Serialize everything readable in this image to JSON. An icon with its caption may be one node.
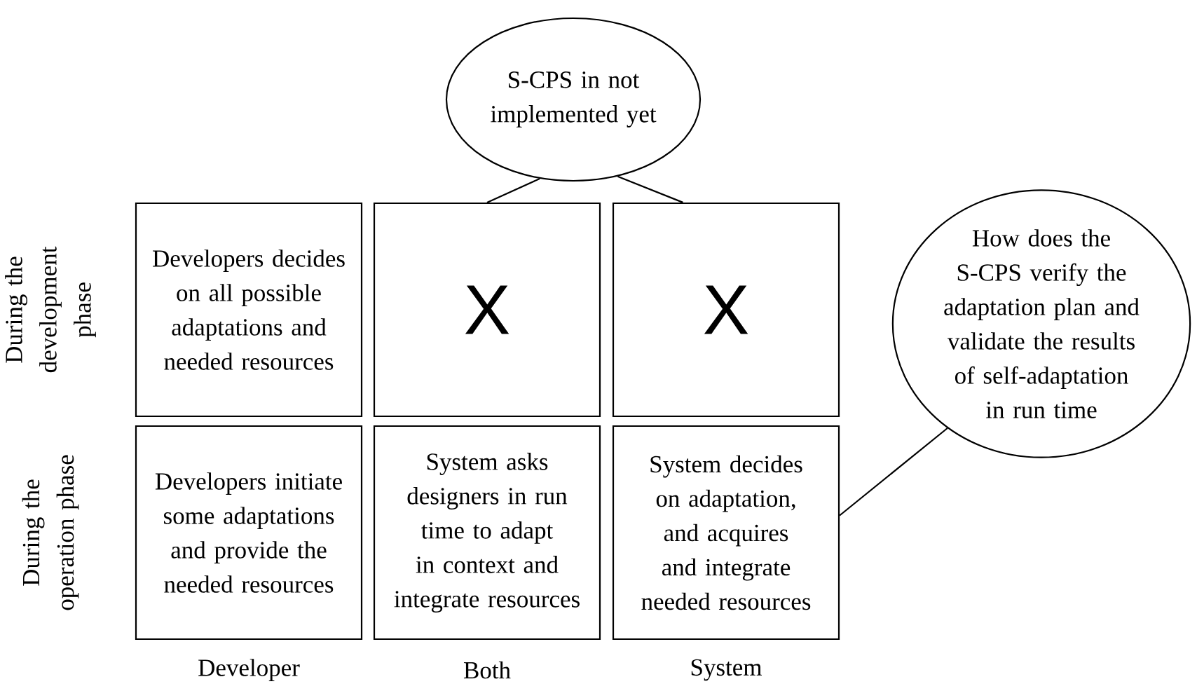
{
  "diagram": {
    "nodes": [
      {
        "text": [
          "S-CPS in not implemented yet"
        ]
      },
      {
        "text": [
          "Developers decides on all possible adaptations and needed resources"
        ]
      },
      {
        "text": [
          "X"
        ]
      },
      {
        "text": [
          "X"
        ]
      },
      {
        "text": [
          "How does the S-CPS verify the adaptation plan and validate the results of self-adaptation in run time"
        ]
      },
      {
        "text": [
          "Developers initiate some adaptations and provide the needed resources"
        ]
      },
      {
        "text": [
          "System asks designers in run time to adapt in context and integrate resources"
        ]
      },
      {
        "text": [
          "System decides on adaptation, and acquires and integrate needed resources"
        ]
      }
    ],
    "edges": [
      {
        "from": 0,
        "to": 2,
        "arrow": "none"
      },
      {
        "from": 0,
        "to": 3,
        "arrow": "none"
      },
      {
        "from": 4,
        "to": 7,
        "arrow": "none"
      }
    ],
    "labels": [
      "During the development phase",
      "During the operation phase",
      "Developer",
      "Both",
      "System"
    ]
  }
}
